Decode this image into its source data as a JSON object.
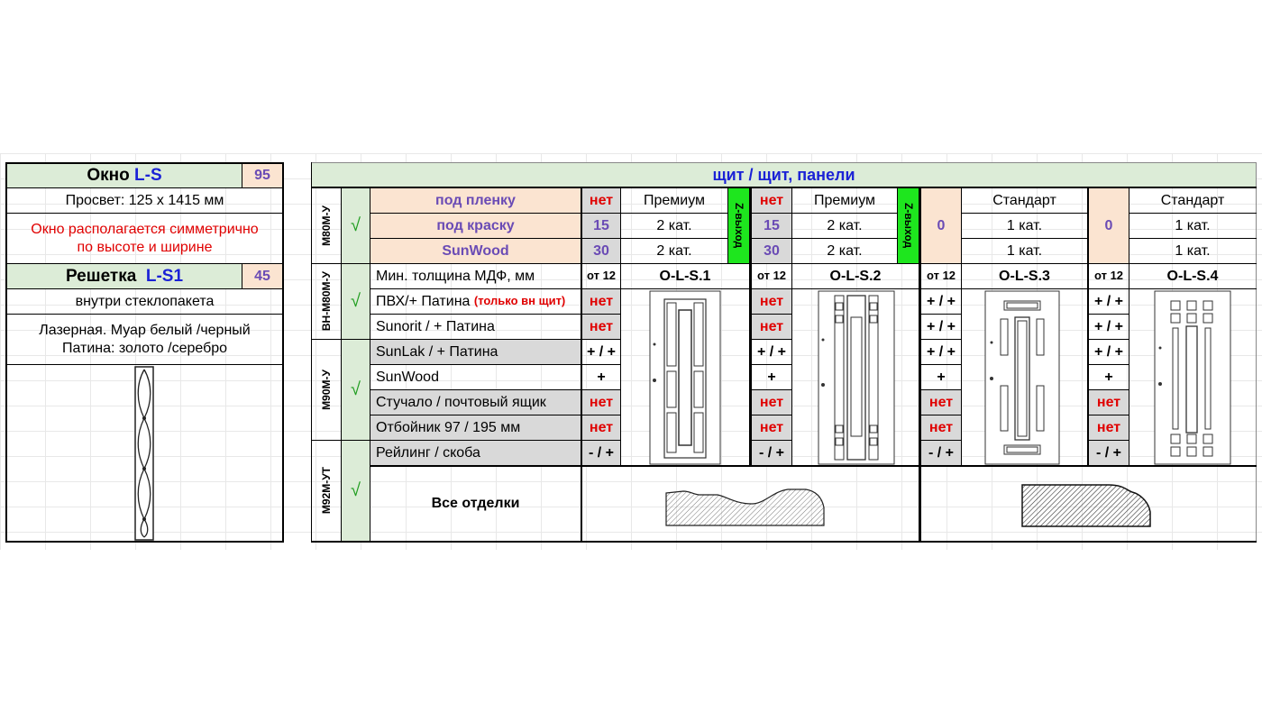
{
  "left": {
    "okno_label": "Окно",
    "okno_code": "L-S",
    "okno_num": "95",
    "prosvet": "Просвет: 125 х 1415 мм",
    "symmetric_line1": "Окно располагается симметрично",
    "symmetric_line2": "по высоте и ширине",
    "reshetka_label": "Решетка",
    "reshetka_code": "L-S1",
    "reshetka_num": "45",
    "inside": "внутри стеклопакета",
    "laser_line1": "Лазерная. Муар белый /черный",
    "laser_line2": "Патина: золото /серебро"
  },
  "right": {
    "header": "щит / щит,  панели",
    "groups": [
      "М80М-У",
      "ВН-М80М-У",
      "М90М-У",
      "М92М-УТ"
    ],
    "check": "√",
    "zexit": "Z-выход",
    "finishes": [
      "под пленку",
      "под краску",
      "SunWood"
    ],
    "features": [
      "Мин.  толщина МДФ, мм",
      "ПВХ/+ Патина",
      "(только вн щит)",
      "Sunorit / + Патина",
      "SunLak / + Патина",
      "SunWood",
      "Стучало / почтовый ящик",
      "Отбойник 97 / 195 мм",
      "Рейлинг / скоба"
    ],
    "all_finishes": "Все отделки",
    "columns": [
      {
        "model": "O-L-S.1",
        "prices": [
          "нет",
          "15",
          "30"
        ],
        "cats": [
          "Премиум",
          "2 кат.",
          "2 кат."
        ],
        "vals": [
          "от 12",
          "нет",
          "нет",
          "+ / +",
          "+",
          "нет",
          "нет",
          "- / +"
        ]
      },
      {
        "model": "O-L-S.2",
        "prices": [
          "нет",
          "15",
          "30"
        ],
        "cats": [
          "Премиум",
          "2 кат.",
          "2 кат."
        ],
        "vals": [
          "от 12",
          "нет",
          "нет",
          "+ / +",
          "+",
          "нет",
          "нет",
          "- / +"
        ]
      },
      {
        "model": "O-L-S.3",
        "prices": [
          "0"
        ],
        "cats": [
          "Стандарт",
          "1 кат.",
          "1 кат."
        ],
        "vals": [
          "от 12",
          "+ / +",
          "+ / +",
          "+ / +",
          "+",
          "нет",
          "нет",
          "- / +"
        ]
      },
      {
        "model": "O-L-S.4",
        "prices": [
          "0"
        ],
        "cats": [
          "Стандарт",
          "1 кат.",
          "1 кат."
        ],
        "vals": [
          "от 12",
          "+ / +",
          "+ / +",
          "+ / +",
          "+",
          "нет",
          "нет",
          "- / +"
        ]
      }
    ]
  }
}
